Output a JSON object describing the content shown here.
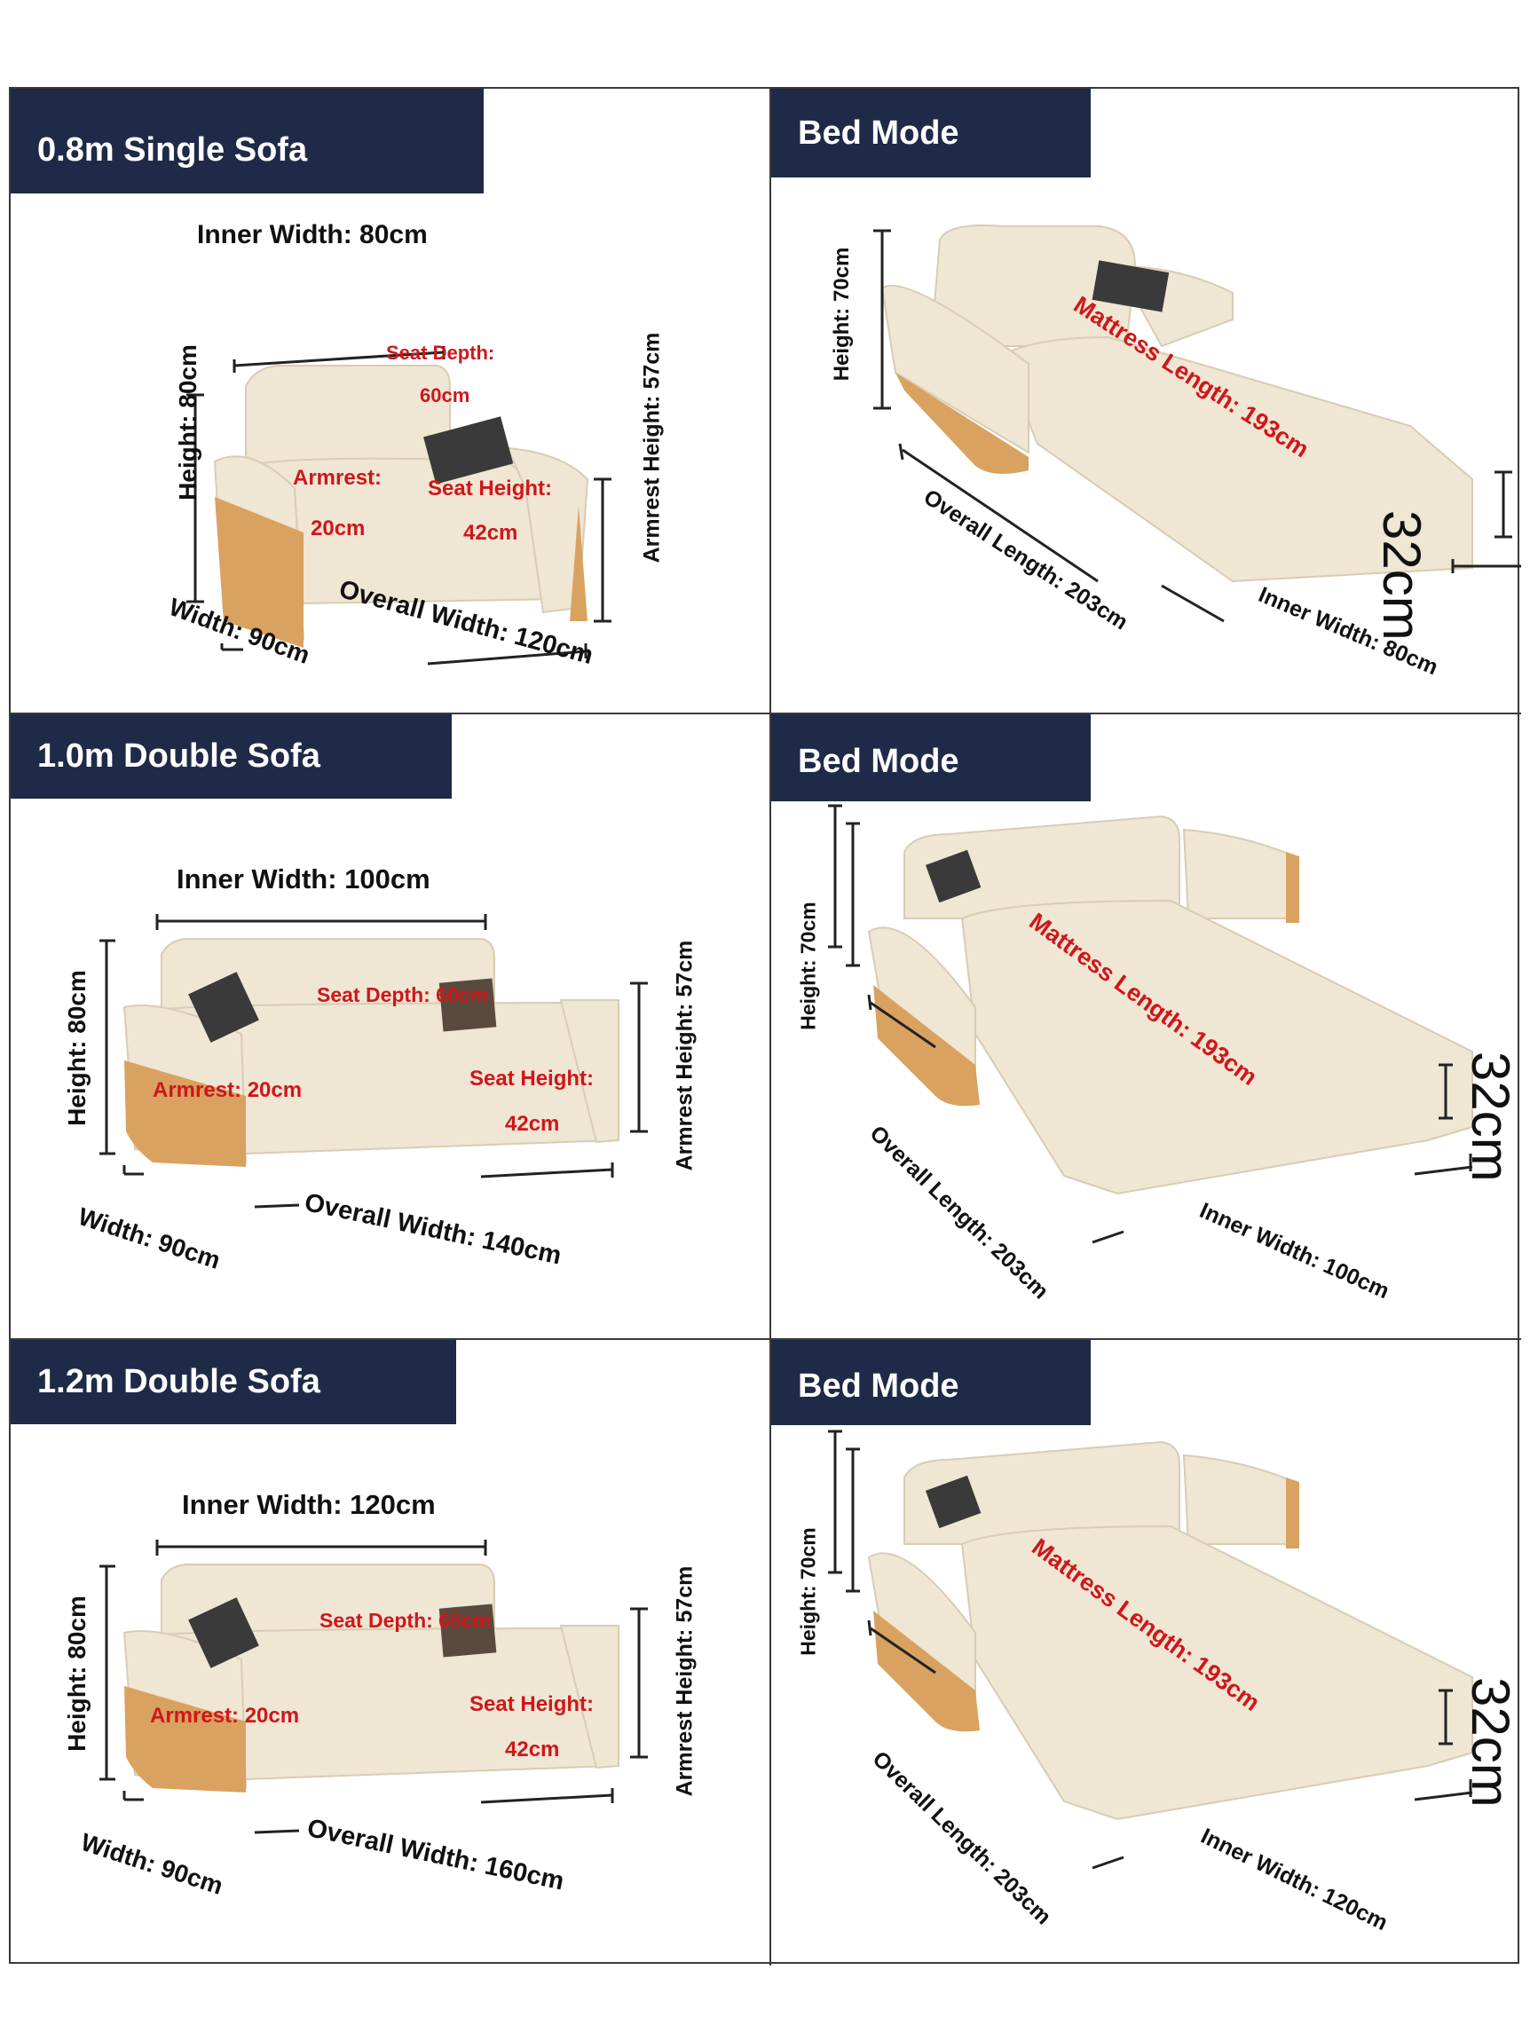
{
  "colors": {
    "banner_bg": "#1f2a48",
    "banner_text": "#ffffff",
    "label": "#111111",
    "accent_red": "#d0161b",
    "sofa": "#efe6d3",
    "wood": "#d9a260"
  },
  "panels": [
    {
      "title": "0.8m Single Sofa",
      "labels": {
        "inner_width": "Inner Width: 80cm",
        "height": "Height: 80cm",
        "armrest_height": "Armrest Height: 57cm",
        "width": "Width: 90cm",
        "overall_width": "Overall Width: 120cm"
      },
      "red": {
        "seat_depth": "Seat Depth:",
        "seat_depth_val": "60cm",
        "armrest": "Armrest:",
        "armrest_val": "20cm",
        "seat_height": "Seat Height:",
        "seat_height_val": "42cm"
      }
    },
    {
      "title": "Bed Mode",
      "labels": {
        "height": "Height: 70cm",
        "overall_length": "Overall Length: 203cm",
        "inner_width": "Inner Width: 80cm",
        "leg": "32cm"
      },
      "red": {
        "mattress": "Mattress Length: 193cm"
      }
    },
    {
      "title": "1.0m Double Sofa",
      "labels": {
        "inner_width": "Inner Width: 100cm",
        "height": "Height: 80cm",
        "armrest_height": "Armrest Height: 57cm",
        "width": "Width: 90cm",
        "overall_width": "Overall Width: 140cm"
      },
      "red": {
        "seat_depth": "Seat Depth: 60cm",
        "armrest": "Armrest: 20cm",
        "seat_height": "Seat Height:",
        "seat_height_val": "42cm"
      }
    },
    {
      "title": "Bed Mode",
      "labels": {
        "height": "Height: 70cm",
        "overall_length": "Overall Length: 203cm",
        "inner_width": "Inner Width: 100cm",
        "leg": "32cm"
      },
      "red": {
        "mattress": "Mattress Length: 193cm"
      }
    },
    {
      "title": "1.2m Double Sofa",
      "labels": {
        "inner_width": "Inner Width: 120cm",
        "height": "Height: 80cm",
        "armrest_height": "Armrest Height: 57cm",
        "width": "Width: 90cm",
        "overall_width": "Overall Width: 160cm"
      },
      "red": {
        "seat_depth": "Seat Depth: 60cm",
        "armrest": "Armrest: 20cm",
        "seat_height": "Seat Height:",
        "seat_height_val": "42cm"
      }
    },
    {
      "title": "Bed Mode",
      "labels": {
        "height": "Height: 70cm",
        "overall_length": "Overall Length: 203cm",
        "inner_width": "Inner Width: 120cm",
        "leg": "32cm"
      },
      "red": {
        "mattress": "Mattress Length: 193cm"
      }
    }
  ]
}
